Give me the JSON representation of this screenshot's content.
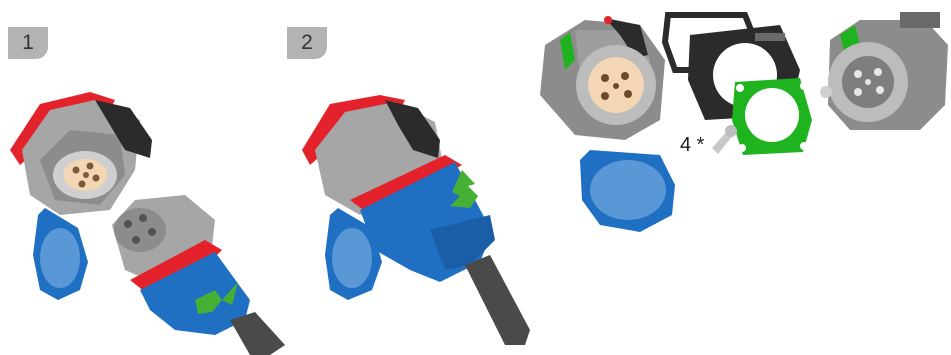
{
  "steps": [
    {
      "number": "1"
    },
    {
      "number": "2"
    }
  ],
  "parts": {
    "screw_label": "4 *"
  },
  "icons": [
    "socket-illustration",
    "plug-illustration",
    "twist-arrow-icon",
    "up-arrow-icon",
    "gasket-illustration",
    "screw-icon"
  ],
  "colors": {
    "badge_bg": "#b3b3b3",
    "housing_gray": "#9a9a9a",
    "lid_blue": "#1f6fc2",
    "seal_red": "#e3222b",
    "arrow_green": "#46b035",
    "gasket_black": "#2b2b2b",
    "gasket_green": "#1fb31f",
    "contact_peach": "#f3d6b3"
  }
}
